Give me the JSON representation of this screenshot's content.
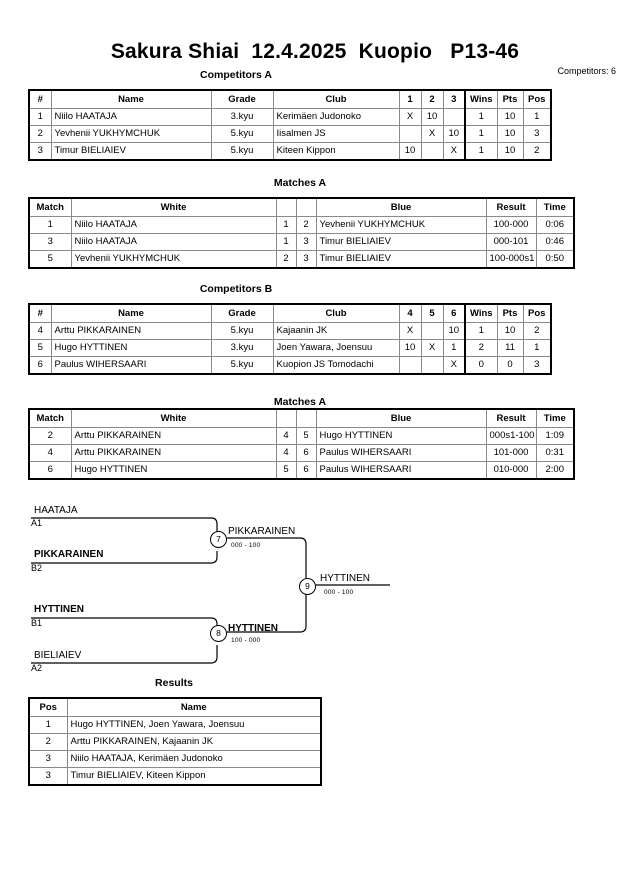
{
  "header": {
    "title": "Sakura Shiai  12.4.2025  Kuopio   P13-46",
    "competitors_count_label": "Competitors: 6"
  },
  "sections": {
    "competitors_a_caption": "Competitors A",
    "matches_a_caption": "Matches A",
    "competitors_b_caption": "Competitors B",
    "matches_b_caption": "Matches A",
    "results_caption": "Results"
  },
  "competitors_a": {
    "columns": [
      "#",
      "Name",
      "Grade",
      "Club",
      "1",
      "2",
      "3",
      "Wins",
      "Pts",
      "Pos"
    ],
    "rows": [
      {
        "num": "1",
        "name": "Niilo HAATAJA",
        "grade": "3.kyu",
        "club": "Kerimäen Judonoko",
        "m": [
          "X",
          "10",
          ""
        ],
        "wins": "1",
        "pts": "10",
        "pos": "1"
      },
      {
        "num": "2",
        "name": "Yevhenii YUKHYMCHUK",
        "grade": "5.kyu",
        "club": "Iisalmen JS",
        "m": [
          "",
          "X",
          "10"
        ],
        "wins": "1",
        "pts": "10",
        "pos": "3"
      },
      {
        "num": "3",
        "name": "Timur BIELIAIEV",
        "grade": "5.kyu",
        "club": "Kiteen Kippon",
        "m": [
          "10",
          "",
          "X"
        ],
        "wins": "1",
        "pts": "10",
        "pos": "2"
      }
    ]
  },
  "matches_a": {
    "columns": [
      "Match",
      "White",
      "",
      "",
      "Blue",
      "Result",
      "Time"
    ],
    "rows": [
      {
        "match": "1",
        "white": "Niilo HAATAJA",
        "white_bold": true,
        "wn": "1",
        "bn": "2",
        "blue": "Yevhenii YUKHYMCHUK",
        "blue_bold": false,
        "result": "100-000",
        "time": "0:06"
      },
      {
        "match": "3",
        "white": "Niilo HAATAJA",
        "white_bold": false,
        "wn": "1",
        "bn": "3",
        "blue": "Timur BIELIAIEV",
        "blue_bold": true,
        "result": "000-101",
        "time": "0:46"
      },
      {
        "match": "5",
        "white": "Yevhenii YUKHYMCHUK",
        "white_bold": true,
        "wn": "2",
        "bn": "3",
        "blue": "Timur BIELIAIEV",
        "blue_bold": false,
        "result": "100-000s1",
        "time": "0:50"
      }
    ]
  },
  "competitors_b": {
    "columns": [
      "#",
      "Name",
      "Grade",
      "Club",
      "4",
      "5",
      "6",
      "Wins",
      "Pts",
      "Pos"
    ],
    "rows": [
      {
        "num": "4",
        "name": "Arttu PIKKARAINEN",
        "grade": "5.kyu",
        "club": "Kajaanin JK",
        "m": [
          "X",
          "",
          "10"
        ],
        "wins": "1",
        "pts": "10",
        "pos": "2"
      },
      {
        "num": "5",
        "name": "Hugo HYTTINEN",
        "grade": "3.kyu",
        "club": "Joen Yawara, Joensuu",
        "m": [
          "10",
          "X",
          "1"
        ],
        "wins": "2",
        "pts": "11",
        "pos": "1"
      },
      {
        "num": "6",
        "name": "Paulus WIHERSAARI",
        "grade": "5.kyu",
        "club": "Kuopion JS Tomodachi",
        "m": [
          "",
          "",
          "X"
        ],
        "wins": "0",
        "pts": "0",
        "pos": "3"
      }
    ]
  },
  "matches_b": {
    "columns": [
      "Match",
      "White",
      "",
      "",
      "Blue",
      "Result",
      "Time"
    ],
    "rows": [
      {
        "match": "2",
        "white": "Arttu PIKKARAINEN",
        "white_bold": false,
        "wn": "4",
        "bn": "5",
        "blue": "Hugo HYTTINEN",
        "blue_bold": true,
        "result": "000s1-100",
        "time": "1:09"
      },
      {
        "match": "4",
        "white": "Arttu PIKKARAINEN",
        "white_bold": true,
        "wn": "4",
        "bn": "6",
        "blue": "Paulus WIHERSAARI",
        "blue_bold": false,
        "result": "101-000",
        "time": "0:31"
      },
      {
        "match": "6",
        "white": "Hugo HYTTINEN",
        "white_bold": true,
        "wn": "5",
        "bn": "6",
        "blue": "Paulus WIHERSAARI",
        "blue_bold": false,
        "result": "010-000",
        "time": "2:00"
      }
    ]
  },
  "bracket": {
    "entries": [
      {
        "name": "HAATAJA",
        "seed": "A1",
        "bold": false
      },
      {
        "name": "PIKKARAINEN",
        "seed": "B2",
        "bold": true
      },
      {
        "name": "HYTTINEN",
        "seed": "B1",
        "bold": true
      },
      {
        "name": "BIELIAIEV",
        "seed": "A2",
        "bold": false
      }
    ],
    "nodes": [
      {
        "number": "7",
        "winner": "PIKKARAINEN",
        "score": "000 - 100",
        "bold": false
      },
      {
        "number": "8",
        "winner": "HYTTINEN",
        "score": "100 - 000",
        "bold": true
      },
      {
        "number": "9",
        "winner": "HYTTINEN",
        "score": "000 - 100",
        "bold": false
      }
    ]
  },
  "results": {
    "columns": [
      "Pos",
      "Name"
    ],
    "rows": [
      {
        "pos": "1",
        "name": "Hugo HYTTINEN, Joen Yawara, Joensuu"
      },
      {
        "pos": "2",
        "name": "Arttu PIKKARAINEN, Kajaanin JK"
      },
      {
        "pos": "3",
        "name": "Niilo HAATAJA, Kerimäen Judonoko"
      },
      {
        "pos": "3",
        "name": "Timur BIELIAIEV, Kiteen Kippon"
      }
    ]
  }
}
